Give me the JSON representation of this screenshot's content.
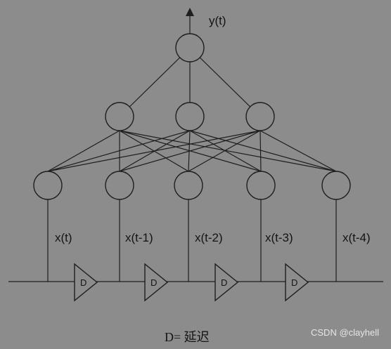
{
  "output_label": "y(t)",
  "inputs": [
    {
      "label": "x(t)"
    },
    {
      "label": "x(t-1)"
    },
    {
      "label": "x(t-2)"
    },
    {
      "label": "x(t-3)"
    },
    {
      "label": "x(t-4)"
    }
  ],
  "delay_label": "D",
  "caption": "D= 延迟",
  "watermark": "CSDN @clayhell",
  "colors": {
    "background": "#8c8c8c",
    "line": "#1e1e1e",
    "node_fill": "#8c8c8c",
    "watermark": "#e6e6e6"
  }
}
